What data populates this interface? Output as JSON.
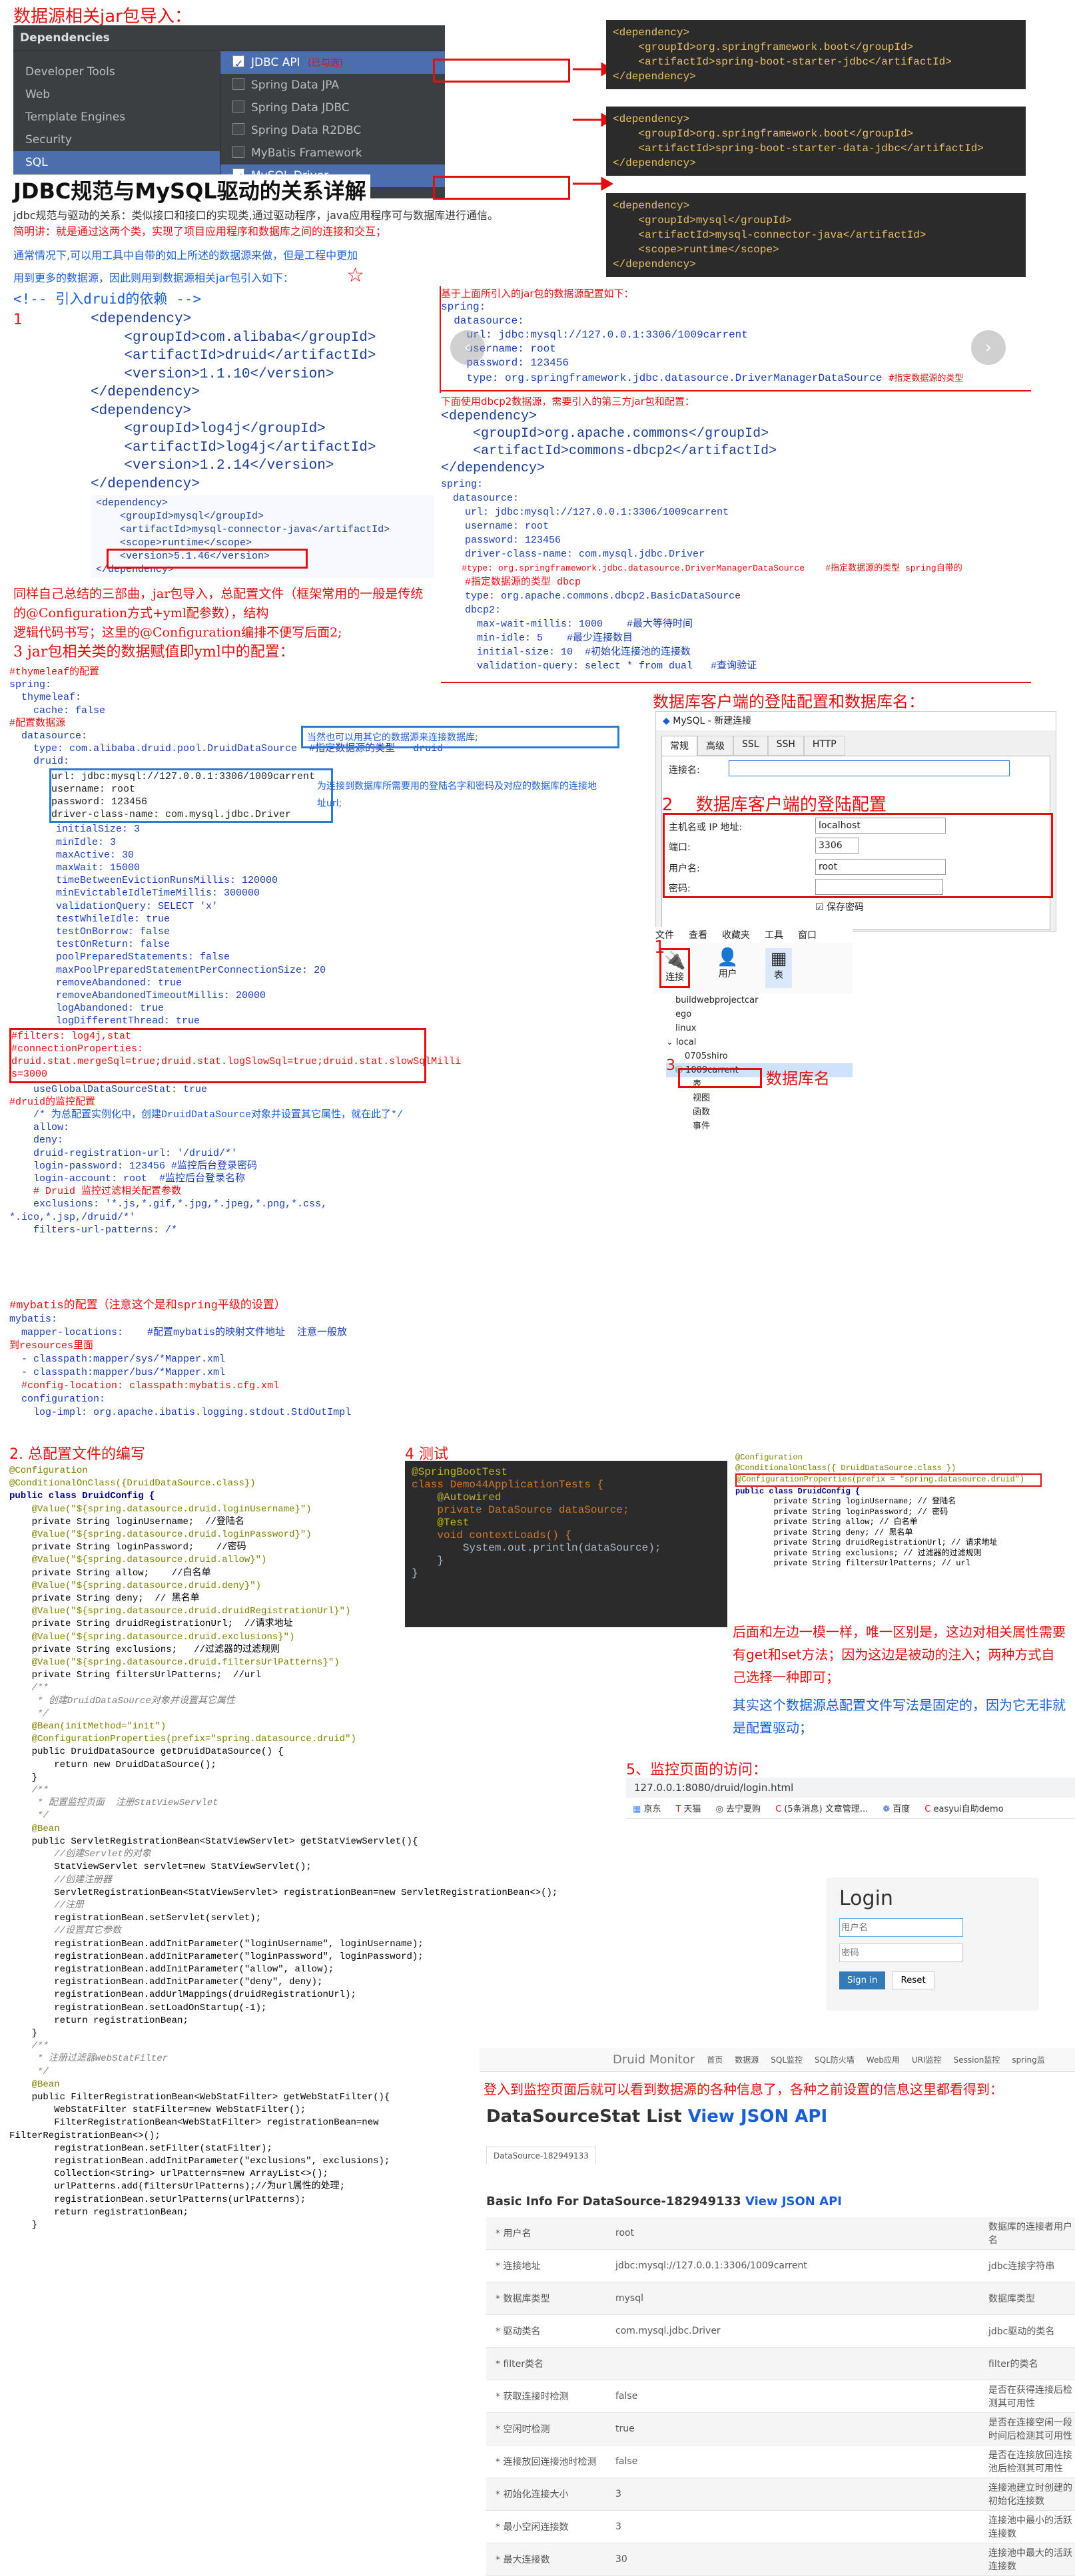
{
  "top_title": "数据源相关jar包导入：",
  "ij_panel": {
    "header": "Dependencies",
    "left": [
      "Developer Tools",
      "Web",
      "Template Engines",
      "Security",
      "SQL"
    ],
    "right": [
      {
        "label": "JDBC API",
        "checked": true,
        "note": "(已勾选)"
      },
      {
        "label": "Spring Data JPA",
        "checked": false
      },
      {
        "label": "Spring Data JDBC",
        "checked": false
      },
      {
        "label": "Spring Data R2DBC",
        "checked": false
      },
      {
        "label": "MyBatis Framework",
        "checked": false
      },
      {
        "label": "MySQL Driver",
        "checked": true
      }
    ]
  },
  "dep_boxes": [
    [
      "<dependency>",
      "    <groupId>org.springframework.boot</groupId>",
      "    <artifactId>spring-boot-starter-jdbc</artifactId>",
      "</dependency>"
    ],
    [
      "<dependency>",
      "    <groupId>org.springframework.boot</groupId>",
      "    <artifactId>spring-boot-starter-data-jdbc</artifactId>",
      "</dependency>"
    ],
    [
      "<dependency>",
      "    <groupId>mysql</groupId>",
      "    <artifactId>mysql-connector-java</artifactId>",
      "    <scope>runtime</scope>",
      "</dependency>"
    ]
  ],
  "heading_relation": "JDBC规范与MySQL驱动的关系详解",
  "relation_text": [
    "jdbc规范与驱动的关系：类似接口和接口的实现类,通过驱动程序，java应用程序可与数据库进行通信。",
    "简明讲：就是通过这两个类，实现了项目应用程序和数据库之间的连接和交互；",
    "通常情况下,可以用工具中自带的如上所述的数据源来做，但是工程中更加",
    "用到更多的数据源，因此则用到数据源相关jar包引入如下："
  ],
  "druid_comment": "<!-- 引入druid的依赖 -->",
  "druid_deps": [
    [
      "<dependency>",
      "    <groupId>com.alibaba</groupId>",
      "    <artifactId>druid</artifactId>",
      "    <version>1.1.10</version>",
      "</dependency>"
    ],
    [
      "<dependency>",
      "    <groupId>log4j</groupId>",
      "    <artifactId>log4j</artifactId>",
      "    <version>1.2.14</version>",
      "</dependency>"
    ]
  ],
  "mysql_small": [
    "<dependency>",
    "    <groupId>mysql</groupId>",
    "    <artifactId>mysql-connector-java</artifactId>",
    "    <scope>runtime</scope>",
    "    <version>5.1.46</version>",
    "</dependency>"
  ],
  "summary_text": [
    "同样自己总结的三部曲，jar包导入，总配置文件（框架常用的一般是传统的@Configuration方式+yml配参数），结构",
    "逻辑代码书写；这里的@Configuration编排不便写后面2;",
    "3 jar包相关类的数据赋值即yml中的配置："
  ],
  "yml_default_title": "基于上面所引入的jar包的数据源配置如下：",
  "yml_default": [
    "spring:",
    "  datasource:",
    "    url: jdbc:mysql://127.0.0.1:3306/1009carrent",
    "    username: root",
    "    password: 123456",
    "    type: org.springframework.jdbc.datasource.DriverManagerDataSource"
  ],
  "yml_default_note": "#指定数据源的类型",
  "dbcp_title": "下面使用dbcp2数据源，需要引入的第三方jar包和配置：",
  "dbcp_dep": [
    "<dependency>",
    "    <groupId>org.apache.commons</groupId>",
    "    <artifactId>commons-dbcp2</artifactId>",
    "</dependency>"
  ],
  "dbcp_yml": [
    "spring:",
    "  datasource:",
    "    url: jdbc:mysql://127.0.0.1:3306/1009carrent",
    "    username: root",
    "    password: 123456",
    "    driver-class-name: com.mysql.jdbc.Driver",
    "    #type: org.springframework.jdbc.datasource.DriverManagerDataSource    #指定数据源的类型 spring自带的",
    "    #指定数据源的类型 dbcp",
    "    type: org.apache.commons.dbcp2.BasicDataSource",
    "    dbcp2:",
    "      max-wait-millis: 1000    #最大等待时间",
    "      min-idle: 5    #最少连接数目",
    "      initial-size: 10  #初始化连接池的连接数",
    "      validation-query: select * from dual   #查询验证"
  ],
  "druid_yml_top": [
    "#thymeleaf的配置",
    "spring:",
    "  thymeleaf:",
    "    cache: false",
    "#配置数据源",
    "  datasource:",
    "    type: com.alibaba.druid.pool.DruidDataSource  #指定数据源的类型   druid",
    "    druid:"
  ],
  "druid_note_right": "当然也可以用其它的数据源来连接数据库;",
  "druid_conn": [
    "url: jdbc:mysql://127.0.0.1:3306/1009carrent",
    "username: root",
    "password: 123456",
    "driver-class-name: com.mysql.jdbc.Driver"
  ],
  "druid_conn_note": "为连接到数据库所需要用的登陆名字和密码及对应的数据库的连接地址url;",
  "druid_params": [
    "initialSize: 3",
    "minIdle: 3",
    "maxActive: 30",
    "maxWait: 15000",
    "timeBetweenEvictionRunsMillis: 120000",
    "minEvictableIdleTimeMillis: 300000",
    "validationQuery: SELECT 'x'",
    "testWhileIdle: true",
    "testOnBorrow: false",
    "testOnReturn: false",
    "poolPreparedStatements: false",
    "maxPoolPreparedStatementPerConnectionSize: 20",
    "removeAbandoned: true",
    "removeAbandonedTimeoutMillis: 20000",
    "logAbandoned: true",
    "logDifferentThread: true"
  ],
  "druid_filters": [
    "#filters: log4j,stat",
    "#connectionProperties:",
    "druid.stat.mergeSql=true;druid.stat.logSlowSql=true;druid.stat.slowSqlMilli",
    "s=3000"
  ],
  "druid_monitor": [
    "    useGlobalDataSourceStat: true",
    "#druid的监控配置",
    "    /* 为总配置实例化中，创建DruidDataSource对象并设置其它属性，就在此了*/",
    "",
    "    allow:",
    "    deny:",
    "    druid-registration-url: '/druid/*'",
    "    login-password: 123456 #监控后台登录密码",
    "    login-account: root  #监控后台登录名称",
    "    # Druid 监控过滤相关配置参数",
    "    exclusions: '*.js,*.gif,*.jpg,*.jpeg,*.png,*.css,",
    "*.ico,*.jsp,/druid/*'",
    "    filters-url-patterns: /*"
  ],
  "mybatis_yml": [
    "#mybatis的配置（注意这个是和spring平级的设置）",
    "mybatis:",
    "  mapper-locations:    #配置mybatis的映射文件地址  注意一般放",
    "到resources里面",
    "  - classpath:mapper/sys/*Mapper.xml",
    "  - classpath:mapper/bus/*Mapper.xml",
    "  #config-location: classpath:mybatis.cfg.xml",
    "  configuration:",
    "    log-impl: org.apache.ibatis.logging.stdout.StdOutImpl"
  ],
  "client_title": "数据库客户端的登陆配置和数据库名：",
  "client": {
    "window_title": "MySQL - 新建连接",
    "tabs": [
      "常规",
      "高级",
      "SSL",
      "SSH",
      "HTTP"
    ],
    "conn_label": "连接名:",
    "fields": [
      {
        "label": "主机名或 IP 地址:",
        "value": "localhost"
      },
      {
        "label": "端口:",
        "value": "3306"
      },
      {
        "label": "用户名:",
        "value": "root"
      },
      {
        "label": "密码:",
        "value": ""
      }
    ],
    "save_pwd": "保存密码",
    "step2": "2",
    "step2_text": "数据库客户端的登陆配置",
    "toolbar_tabs": [
      "文件",
      "查看",
      "收藏夹",
      "工具",
      "窗口"
    ],
    "tool_btns": [
      "连接",
      "用户",
      "表"
    ],
    "tree": [
      "buildwebprojectcar",
      "ego",
      "linux",
      "local",
      "0705shiro",
      "1009carrent",
      "表",
      "视图",
      "函数",
      "事件"
    ],
    "step1": "1",
    "step3": "3",
    "dbname_label": "数据库名"
  },
  "sec2_title": "2. 总配置文件的编写",
  "config_java": [
    "@Configuration",
    "@ConditionalOnClass({DruidDataSource.class})",
    "public class DruidConfig {",
    "",
    "    @Value(\"${spring.datasource.druid.loginUsername}\")",
    "    private String loginUsername;  //登陆名",
    "    @Value(\"${spring.datasource.druid.loginPassword}\")",
    "    private String loginPassword;    //密码",
    "    @Value(\"${spring.datasource.druid.allow}\")",
    "    private String allow;    //白名单",
    "    @Value(\"${spring.datasource.druid.deny}\")",
    "    private String deny;  // 黑名单",
    "    @Value(\"${spring.datasource.druid.druidRegistrationUrl}\")",
    "    private String druidRegistrationUrl;  //请求地址",
    "",
    "    @Value(\"${spring.datasource.druid.exclusions}\")",
    "    private String exclusions;   //过滤器的过滤规则",
    "    @Value(\"${spring.datasource.druid.filtersUrlPatterns}\")",
    "    private String filtersUrlPatterns;  //url",
    "",
    "    /**",
    "     * 创建DruidDataSource对象并设置其它属性",
    "     */",
    "    @Bean(initMethod=\"init\")",
    "    @ConfigurationProperties(prefix=\"spring.datasource.druid\")",
    "    public DruidDataSource getDruidDataSource() {",
    "        return new DruidDataSource();",
    "    }",
    "",
    "    /**",
    "     * 配置监控页面  注册StatViewServlet",
    "     */",
    "    @Bean",
    "    public ServletRegistrationBean<StatViewServlet> getStatViewServlet(){",
    "        //创建Servlet的对象",
    "        StatViewServlet servlet=new StatViewServlet();",
    "        //创建注册器",
    "        ServletRegistrationBean<StatViewServlet> registrationBean=new ServletRegistrationBean<>();",
    "        //注册",
    "        registrationBean.setServlet(servlet);",
    "        //设置其它参数",
    "        registrationBean.addInitParameter(\"loginUsername\", loginUsername);",
    "        registrationBean.addInitParameter(\"loginPassword\", loginPassword);",
    "        registrationBean.addInitParameter(\"allow\", allow);",
    "        registrationBean.addInitParameter(\"deny\", deny);",
    "",
    "        registrationBean.addUrlMappings(druidRegistrationUrl);",
    "        registrationBean.setLoadOnStartup(-1);",
    "        return registrationBean;",
    "",
    "    }",
    "",
    "    /**",
    "     * 注册过滤器WebStatFilter",
    "     */",
    "    @Bean",
    "    public FilterRegistrationBean<WebStatFilter> getWebStatFilter(){",
    "        WebStatFilter statFilter=new WebStatFilter();",
    "",
    "        FilterRegistrationBean<WebStatFilter> registrationBean=new",
    "FilterRegistrationBean<>();",
    "",
    "        registrationBean.setFilter(statFilter);",
    "",
    "        registrationBean.addInitParameter(\"exclusions\", exclusions);",
    "",
    "        Collection<String> urlPatterns=new ArrayList<>();",
    "        urlPatterns.add(filtersUrlPatterns);//为url属性的处理;",
    "        registrationBean.setUrlPatterns(urlPatterns);",
    "",
    "        return registrationBean;",
    "",
    "    }",
    "",
    "}"
  ],
  "sec4_title": "4 测试",
  "test_code": [
    "@SpringBootTest",
    "class Demo44ApplicationTests {",
    "",
    "    @Autowired",
    "    private DataSource dataSource;",
    "",
    "    @Test",
    "    void contextLoads() {",
    "        System.out.println(dataSource);",
    "    }",
    "",
    "}"
  ],
  "small_config": [
    "@Configuration",
    "@ConditionalOnClass({ DruidDataSource.class })",
    "@ConfigurationProperties(prefix = \"spring.datasource.druid\")",
    "public class DruidConfig {",
    "",
    "        private String loginUsername; // 登陆名",
    "        private String loginPassword; // 密码",
    "        private String allow; // 白名单",
    "        private String deny; // 黑名单",
    "        private String druidRegistrationUrl; // 请求地址",
    "",
    "        private String exclusions; // 过滤器的过滤规则",
    "        private String filtersUrlPatterns; // url"
  ],
  "explain_red": "后面和左边一模一样，唯一区别是，这边对相关属性需要有get和set方法；因为这边是被动的注入；两种方式自己选择一种即可；",
  "explain_blue": "其实这个数据源总配置文件写法是固定的，因为它无非就是配置驱动；",
  "sec5_title": "5、监控页面的访问：",
  "browser": {
    "url": "127.0.0.1:8080/druid/login.html",
    "bookmarks": [
      "京东",
      "天猫",
      "去宁夏购",
      "(5条消息) 文章管理...",
      "百度",
      "easyui自助demo"
    ],
    "login_title": "Login",
    "user_ph": "用户名",
    "pwd_ph": "密码",
    "signin": "Sign in",
    "reset": "Reset"
  },
  "monitor_nav": [
    "Druid Monitor",
    "首页",
    "数据源",
    "SQL监控",
    "SQL防火墙",
    "Web应用",
    "URI监控",
    "Session监控",
    "spring监"
  ],
  "monitor_caption": "登入到监控页面后就可以看到数据源的各种信息了，各种之前设置的信息这里都看得到：",
  "stat_title": "DataSourceStat List",
  "stat_json": "View JSON API",
  "stat_tab": "DataSource-182949133",
  "basic_title": "Basic Info For DataSource-182949133",
  "basic_json": "View JSON API",
  "stat_rows": [
    [
      "* 用户名",
      "root",
      "数据库的连接者用户名"
    ],
    [
      "* 连接地址",
      "jdbc:mysql://127.0.0.1:3306/1009carrent",
      "jdbc连接字符串"
    ],
    [
      "* 数据库类型",
      "mysql",
      "数据库类型"
    ],
    [
      "* 驱动类名",
      "com.mysql.jdbc.Driver",
      "jdbc驱动的类名"
    ],
    [
      "* filter类名",
      "",
      "filter的类名"
    ],
    [
      "* 获取连接时检测",
      "false",
      "是否在获得连接后检测其可用性"
    ],
    [
      "* 空闲时检测",
      "true",
      "是否在连接空闲一段时间后检测其可用性"
    ],
    [
      "* 连接放回连接池时检测",
      "false",
      "是否在连接放回连接池后检测其可用性"
    ],
    [
      "* 初始化连接大小",
      "3",
      "连接池建立时创建的初始化连接数"
    ],
    [
      "* 最小空闲连接数",
      "3",
      "连接池中最小的活跃连接数"
    ],
    [
      "* 最大连接数",
      "30",
      "连接池中最大的活跃连接数"
    ]
  ],
  "nav_prev": "‹",
  "nav_next": "›",
  "step_one": "1",
  "druid_step_text": "引入druid的依赖"
}
